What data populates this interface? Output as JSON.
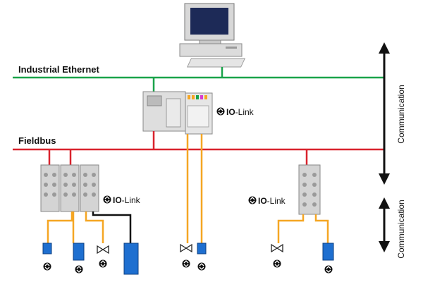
{
  "labels": {
    "industrial_ethernet": "Industrial Ethernet",
    "fieldbus": "Fieldbus",
    "communication_upper": "Communication",
    "communication_lower": "Communication"
  },
  "iolink": {
    "brand_io": "IO",
    "brand_link": "-Link"
  },
  "colors": {
    "ethernet": "#1aa34a",
    "fieldbus": "#d9232d",
    "io_cable": "#f5a623",
    "black_cable": "#111111",
    "sensor_blue": "#1e6fd0",
    "module_grey": "#cfcfcf"
  },
  "icons": [
    "computer-icon",
    "io-link-logo-icon",
    "valve-icon",
    "sensor-icon",
    "double-arrow-icon"
  ]
}
